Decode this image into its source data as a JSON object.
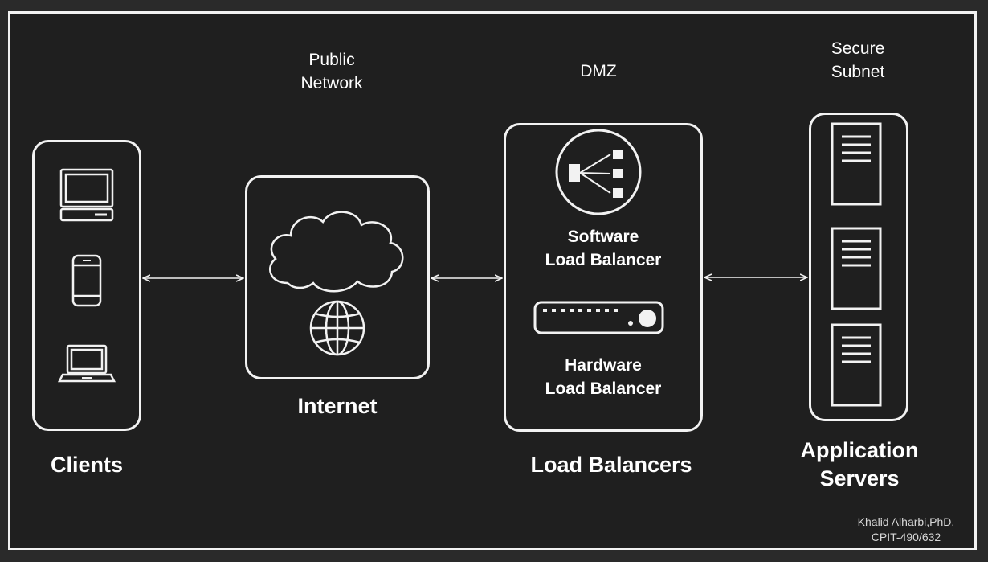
{
  "zones": {
    "public_network": [
      "Public",
      "Network"
    ],
    "dmz": "DMZ",
    "secure_subnet": [
      "Secure",
      "Subnet"
    ]
  },
  "nodes": {
    "clients": "Clients",
    "internet": "Internet",
    "load_balancers": "Load Balancers",
    "software_lb": [
      "Software",
      "Load Balancer"
    ],
    "hardware_lb": [
      "Hardware",
      "Load Balancer"
    ],
    "app_servers": [
      "Application",
      "Servers"
    ]
  },
  "credit": [
    "Khalid Alharbi,PhD.",
    "CPIT-490/632"
  ],
  "icons": {
    "clients": [
      "desktop-monitor-icon",
      "smartphone-icon",
      "laptop-icon"
    ],
    "internet": [
      "cloud-icon",
      "globe-icon"
    ],
    "load_balancers": [
      "load-balancer-distribution-icon",
      "network-appliance-icon"
    ],
    "servers": [
      "server-rack-icon",
      "server-rack-icon",
      "server-rack-icon"
    ]
  },
  "colors": {
    "background": "#1f1f1f",
    "foreground": "#ffffff"
  }
}
